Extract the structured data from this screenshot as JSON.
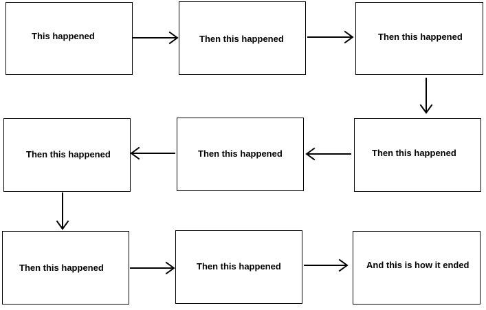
{
  "diagram": {
    "boxes": [
      {
        "label": "This happened"
      },
      {
        "label": "Then this happened"
      },
      {
        "label": "Then this happened"
      },
      {
        "label": "Then this happened"
      },
      {
        "label": "Then this happened"
      },
      {
        "label": "Then this happened"
      },
      {
        "label": "Then this happened"
      },
      {
        "label": "Then this happened"
      },
      {
        "label": "And this is how it ended"
      }
    ],
    "colors": {
      "stroke": "#000000",
      "background": "#ffffff"
    }
  }
}
